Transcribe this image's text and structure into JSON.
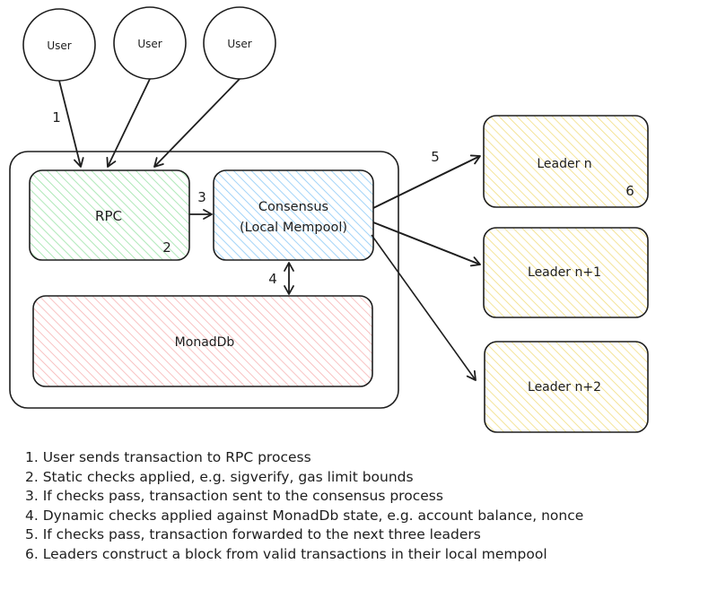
{
  "nodes": {
    "user_1": "User",
    "user_2": "User",
    "user_3": "User",
    "rpc": "RPC",
    "consensus_line1": "Consensus",
    "consensus_line2": "(Local Mempool)",
    "monaddb": "MonadDb",
    "leader_n": "Leader n",
    "leader_n1": "Leader n+1",
    "leader_n2": "Leader n+2"
  },
  "steps": {
    "s1": "1",
    "s2": "2",
    "s3": "3",
    "s4": "4",
    "s5": "5",
    "s6": "6"
  },
  "colors": {
    "rpc_fill": "#b2f2bb",
    "consensus_fill": "#a5d8ff",
    "monaddb_fill": "#ffc9c9",
    "leader_fill": "#ffec99",
    "stroke": "#1e1e1e"
  },
  "legend": [
    "1. User sends transaction to RPC process",
    "2. Static checks applied, e.g. sigverify, gas limit bounds",
    "3. If checks pass, transaction sent to the consensus process",
    "4. Dynamic checks applied against MonadDb state, e.g. account balance, nonce",
    "5. If checks pass, transaction forwarded to the next three leaders",
    "6. Leaders construct a block from valid transactions in their local mempool"
  ]
}
